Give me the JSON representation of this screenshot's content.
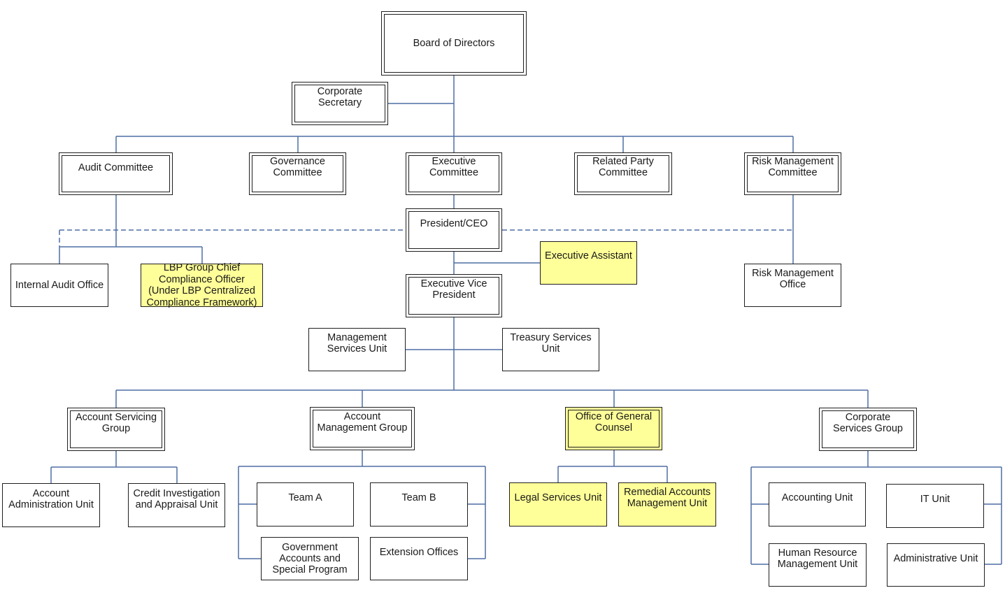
{
  "colors": {
    "line": "#4f6fa3",
    "box_border": "#1f1f1f",
    "highlight": "#ffff99"
  },
  "nodes": {
    "board": "Board of Directors",
    "corp_secretary": "Corporate\nSecretary",
    "audit_committee": "Audit Committee",
    "governance_committee": "Governance\nCommittee",
    "executive_committee": "Executive\nCommittee",
    "related_party_committee": "Related Party\nCommittee",
    "risk_committee": "Risk Management\nCommittee",
    "president": "President/CEO",
    "executive_assistant": "Executive Assistant",
    "internal_audit": "Internal Audit Office",
    "compliance_officer": "LBP Group Chief\nCompliance Officer\n(Under LBP Centralized\nCompliance Framework)",
    "risk_office": "Risk Management\nOffice",
    "evp": "Executive Vice\nPresident",
    "management_services": "Management\nServices Unit",
    "treasury_services": "Treasury Services\nUnit",
    "account_servicing": "Account Servicing\nGroup",
    "account_management": "Account\nManagement Group",
    "general_counsel": "Office of General\nCounsel",
    "corporate_services": "Corporate\nServices Group",
    "account_admin": "Account\nAdministration Unit",
    "credit_investigation": "Credit Investigation\nand Appraisal Unit",
    "team_a": "Team A",
    "team_b": "Team B",
    "gov_accounts": "Government\nAccounts and\nSpecial Program",
    "extension_offices": "Extension Offices",
    "legal_services": "Legal Services Unit",
    "remedial_accounts": "Remedial Accounts\nManagement Unit",
    "accounting_unit": "Accounting Unit",
    "it_unit": "IT Unit",
    "hr_unit": "Human Resource\nManagement Unit",
    "admin_unit": "Administrative Unit"
  }
}
